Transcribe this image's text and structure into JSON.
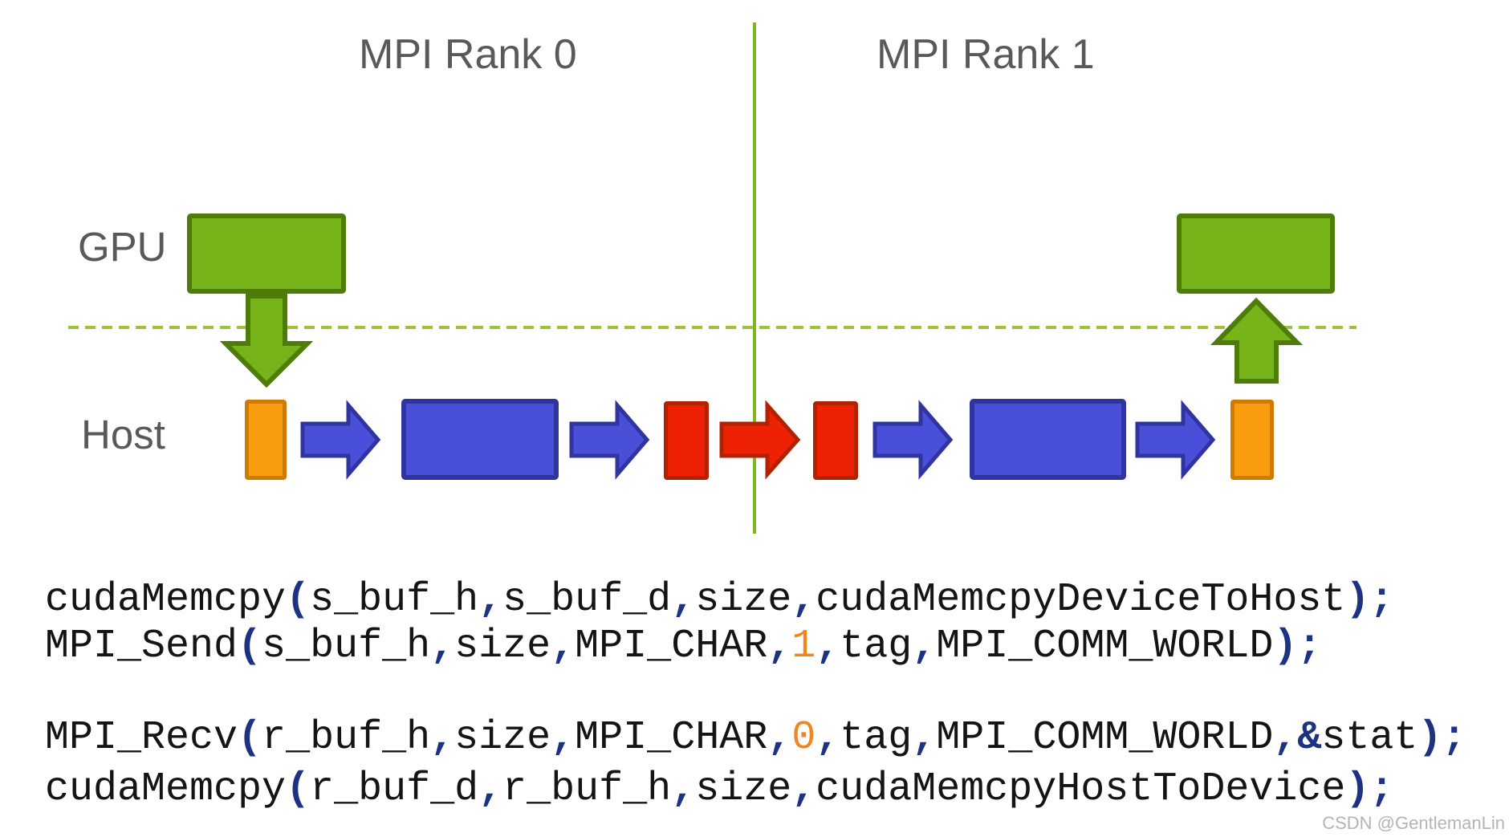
{
  "colors": {
    "green_fill": "#76b41a",
    "green_border": "#4e7c08",
    "green_line": "#80b622",
    "green_dash": "#9ec33a",
    "blue_fill": "#4a4fd9",
    "blue_border": "#30349e",
    "red_fill": "#ee2104",
    "red_border": "#b02200",
    "orange_fill": "#f99d0e",
    "orange_border": "#ce7b00",
    "label_gray": "#58595b",
    "code_black": "#141414",
    "code_navy": "#1c3282",
    "code_orange": "#f0871e",
    "watermark_gray": "#b4b4b4"
  },
  "header": {
    "rank0": "MPI Rank 0",
    "rank1": "MPI Rank 1"
  },
  "labels": {
    "gpu": "GPU",
    "host": "Host"
  },
  "code": {
    "lines": [
      [
        {
          "t": "cudaMemcpy",
          "c": "k"
        },
        {
          "t": "(",
          "c": "p"
        },
        {
          "t": "s_buf_h",
          "c": "k"
        },
        {
          "t": ",",
          "c": "p"
        },
        {
          "t": "s_buf_d",
          "c": "k"
        },
        {
          "t": ",",
          "c": "p"
        },
        {
          "t": "size",
          "c": "k"
        },
        {
          "t": ",",
          "c": "p"
        },
        {
          "t": "cudaMemcpyDeviceToHost",
          "c": "k"
        },
        {
          "t": ");",
          "c": "p"
        }
      ],
      [
        {
          "t": "MPI_Send",
          "c": "k"
        },
        {
          "t": "(",
          "c": "p"
        },
        {
          "t": "s_buf_h",
          "c": "k"
        },
        {
          "t": ",",
          "c": "p"
        },
        {
          "t": "size",
          "c": "k"
        },
        {
          "t": ",",
          "c": "p"
        },
        {
          "t": "MPI_CHAR",
          "c": "k"
        },
        {
          "t": ",",
          "c": "p"
        },
        {
          "t": "1",
          "c": "n"
        },
        {
          "t": ",",
          "c": "p"
        },
        {
          "t": "tag",
          "c": "k"
        },
        {
          "t": ",",
          "c": "p"
        },
        {
          "t": "MPI_COMM_WORLD",
          "c": "k"
        },
        {
          "t": ");",
          "c": "p"
        }
      ],
      [
        {
          "t": "MPI_Recv",
          "c": "k"
        },
        {
          "t": "(",
          "c": "p"
        },
        {
          "t": "r_buf_h",
          "c": "k"
        },
        {
          "t": ",",
          "c": "p"
        },
        {
          "t": "size",
          "c": "k"
        },
        {
          "t": ",",
          "c": "p"
        },
        {
          "t": "MPI_CHAR",
          "c": "k"
        },
        {
          "t": ",",
          "c": "p"
        },
        {
          "t": "0",
          "c": "n"
        },
        {
          "t": ",",
          "c": "p"
        },
        {
          "t": "tag",
          "c": "k"
        },
        {
          "t": ",",
          "c": "p"
        },
        {
          "t": "MPI_COMM_WORLD",
          "c": "k"
        },
        {
          "t": ",",
          "c": "p"
        },
        {
          "t": "&",
          "c": "p"
        },
        {
          "t": "stat",
          "c": "k"
        },
        {
          "t": ");",
          "c": "p"
        }
      ],
      [
        {
          "t": "cudaMemcpy",
          "c": "k"
        },
        {
          "t": "(",
          "c": "p"
        },
        {
          "t": "r_buf_d",
          "c": "k"
        },
        {
          "t": ",",
          "c": "p"
        },
        {
          "t": "r_buf_h",
          "c": "k"
        },
        {
          "t": ",",
          "c": "p"
        },
        {
          "t": "size",
          "c": "k"
        },
        {
          "t": ",",
          "c": "p"
        },
        {
          "t": "cudaMemcpyHostToDevice",
          "c": "k"
        },
        {
          "t": ");",
          "c": "p"
        }
      ]
    ]
  },
  "watermark": "CSDN @GentlemanLin"
}
